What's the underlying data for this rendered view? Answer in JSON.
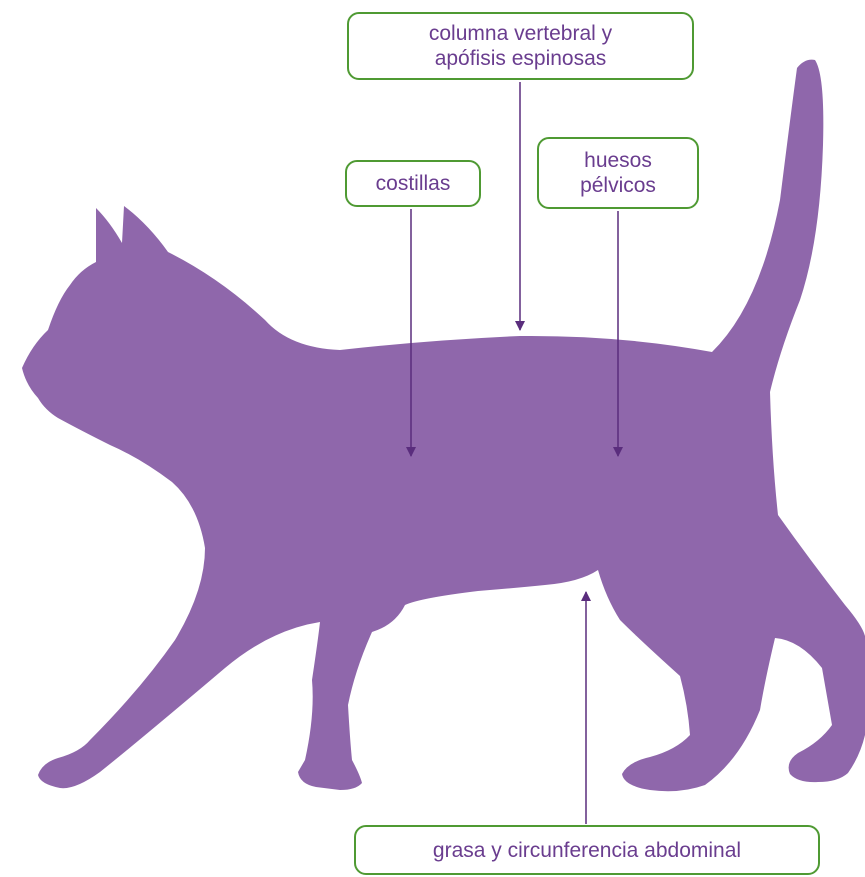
{
  "colors": {
    "silhouette": "#8f67ab",
    "box_border": "#4f9a33",
    "label_text": "#6a3d8f",
    "arrow": "#5a2d7d"
  },
  "labels": {
    "spine": {
      "line1": "columna vertebral y",
      "line2": "apófisis espinosas"
    },
    "ribs": {
      "text": "costillas"
    },
    "pelvis": {
      "line1": "huesos",
      "line2": "pélvicos"
    },
    "abdomen": {
      "text": "grasa y circunferencia abdominal"
    }
  },
  "icons": {
    "silhouette": "cat-silhouette-icon"
  }
}
